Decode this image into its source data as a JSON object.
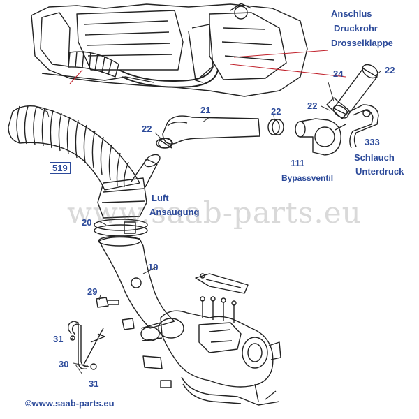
{
  "title": {
    "line1": "Anschlus",
    "line2": "Druckrohr",
    "line3": "Drosselklappe"
  },
  "parts": {
    "p24": "24",
    "p22a": "22",
    "p22b": "22",
    "p22c": "22",
    "p22d": "22",
    "p21": "21",
    "p111": "111",
    "p111_name": "Bypassventil",
    "p333": "333",
    "p333_name1": "Schlauch",
    "p333_name2": "Unterdruck",
    "p519": "519",
    "p20": "20",
    "p10": "10",
    "luft1": "Luft",
    "luft2": "Ansaugung",
    "p29": "29",
    "p31a": "31",
    "p30": "30",
    "p31b": "31"
  },
  "watermark": "www.saab-parts.eu",
  "copyright": "www.saab-parts.eu",
  "colors": {
    "label": "#2c4a9a",
    "leader": "#c0202a",
    "line": "#222222"
  }
}
